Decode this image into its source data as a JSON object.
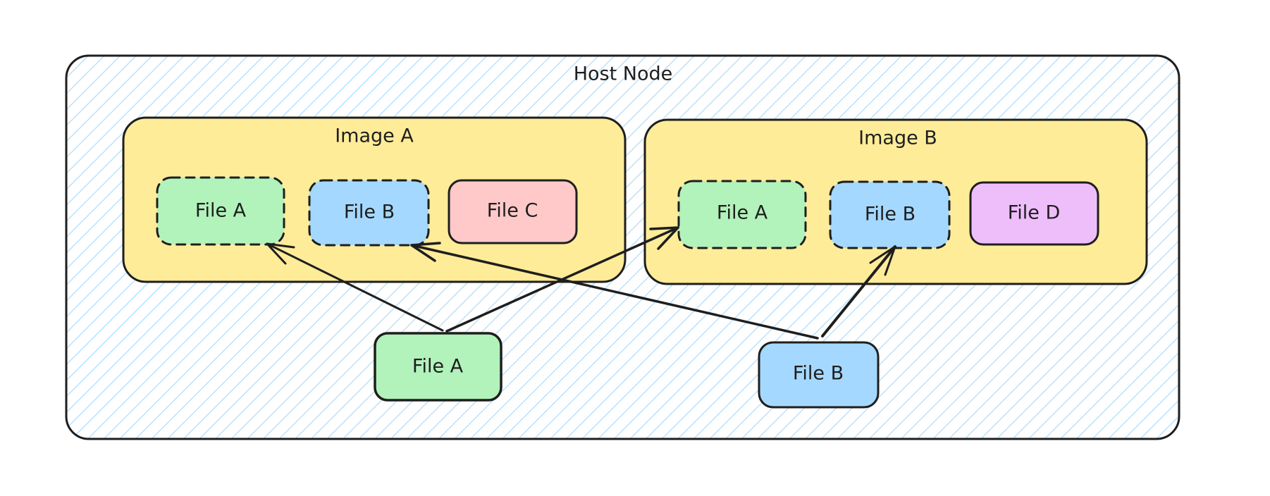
{
  "diagram": {
    "host": {
      "label": "Host Node",
      "fill": "#a5d8ff",
      "fill_style": "hachure"
    },
    "images": [
      {
        "id": "image-a",
        "label": "Image A",
        "fill": "#ffec99",
        "files": [
          {
            "id": "image-a-file-a",
            "label": "File A",
            "fill": "#b2f2bb",
            "border": "dashed"
          },
          {
            "id": "image-a-file-b",
            "label": "File B",
            "fill": "#a5d8ff",
            "border": "dashed"
          },
          {
            "id": "image-a-file-c",
            "label": "File C",
            "fill": "#ffc9c9",
            "border": "solid"
          }
        ]
      },
      {
        "id": "image-b",
        "label": "Image B",
        "fill": "#ffec99",
        "files": [
          {
            "id": "image-b-file-a",
            "label": "File A",
            "fill": "#b2f2bb",
            "border": "dashed"
          },
          {
            "id": "image-b-file-b",
            "label": "File B",
            "fill": "#a5d8ff",
            "border": "dashed"
          },
          {
            "id": "image-b-file-d",
            "label": "File D",
            "fill": "#eebefa",
            "border": "solid"
          }
        ]
      }
    ],
    "host_files": [
      {
        "id": "host-file-a",
        "label": "File A",
        "fill": "#b2f2bb",
        "border": "solid"
      },
      {
        "id": "host-file-b",
        "label": "File B",
        "fill": "#a5d8ff",
        "border": "solid"
      }
    ],
    "arrows": [
      {
        "from": "host-file-a",
        "to": "image-a-file-a"
      },
      {
        "from": "host-file-a",
        "to": "image-b-file-a"
      },
      {
        "from": "host-file-b",
        "to": "image-a-file-b"
      },
      {
        "from": "host-file-b",
        "to": "image-b-file-b"
      }
    ],
    "stroke_color": "#1e1e1e"
  }
}
